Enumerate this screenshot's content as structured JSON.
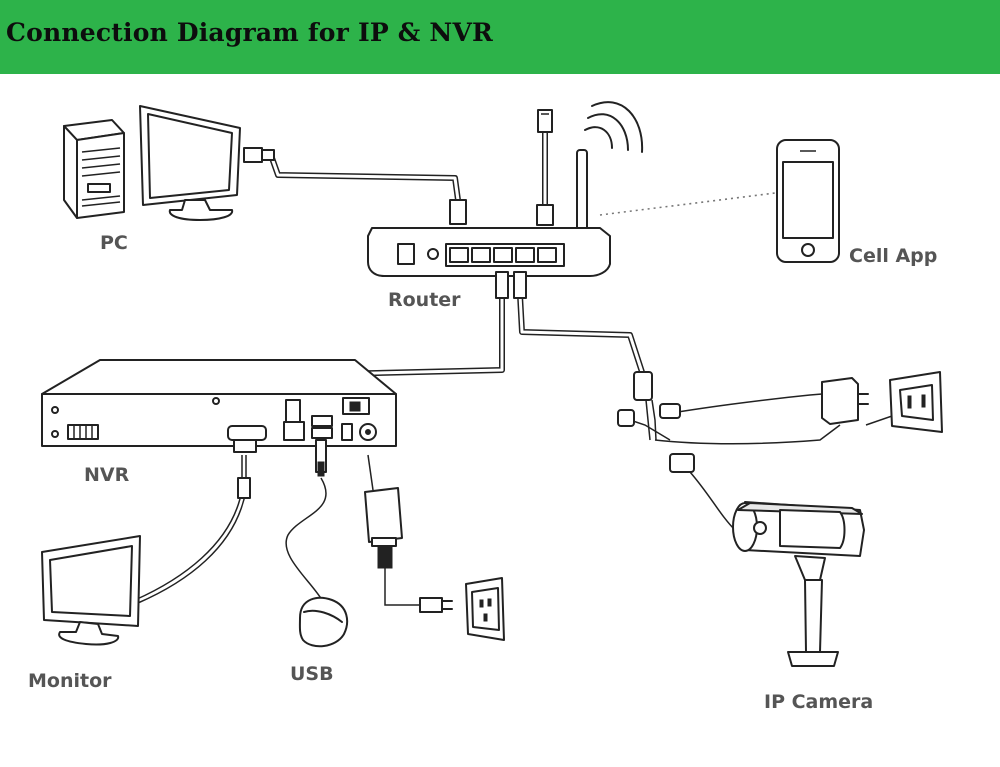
{
  "title": "Connection Diagram for IP & NVR",
  "colors": {
    "header_bg": "#2db34a",
    "label": "#555555",
    "line": "#222222"
  },
  "labels": {
    "pc": "PC",
    "router": "Router",
    "cell_app": "Cell App",
    "nvr": "NVR",
    "monitor": "Monitor",
    "usb": "USB",
    "ip_camera": "IP Camera"
  }
}
